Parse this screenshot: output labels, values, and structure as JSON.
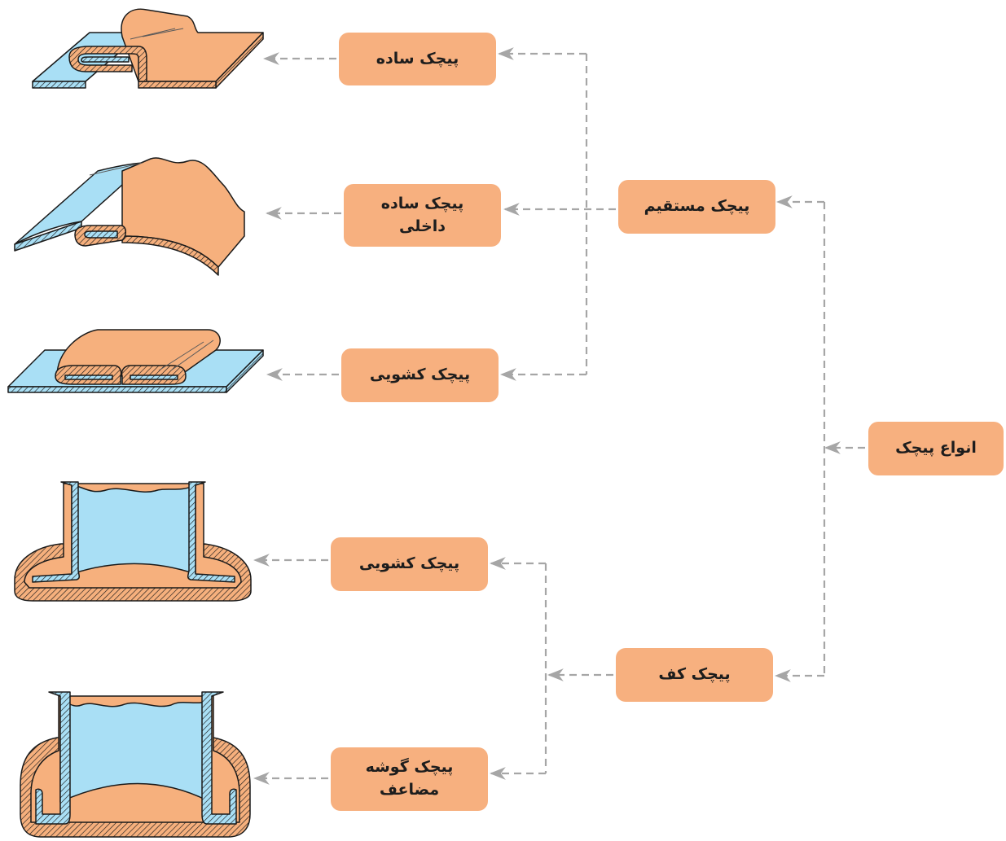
{
  "diagram": {
    "root": {
      "label": "انواع پیچک"
    },
    "categories": [
      {
        "label": "پیچک مستقیم",
        "children": [
          {
            "line1": "پیچک ساده",
            "line2": ""
          },
          {
            "line1": "پیچک ساده",
            "line2": "داخلی"
          },
          {
            "line1": "پیچک کشویی",
            "line2": ""
          }
        ]
      },
      {
        "label": "پیچک کف",
        "children": [
          {
            "line1": "پیچک کشویی",
            "line2": ""
          },
          {
            "line1": "پیچک گوشه",
            "line2": "مضاعف"
          }
        ]
      }
    ],
    "colors": {
      "box_fill": "#f7b07f",
      "connector": "#a6a6a6",
      "sheet_orange": "#f6b07d",
      "sheet_blue": "#a9dff5",
      "outline": "#1a1a1a"
    },
    "illustrations": [
      "simple-seam-illustration",
      "simple-inner-seam-illustration",
      "sliding-seam-illustration",
      "sliding-bottom-seam-illustration",
      "double-corner-seam-illustration"
    ]
  }
}
